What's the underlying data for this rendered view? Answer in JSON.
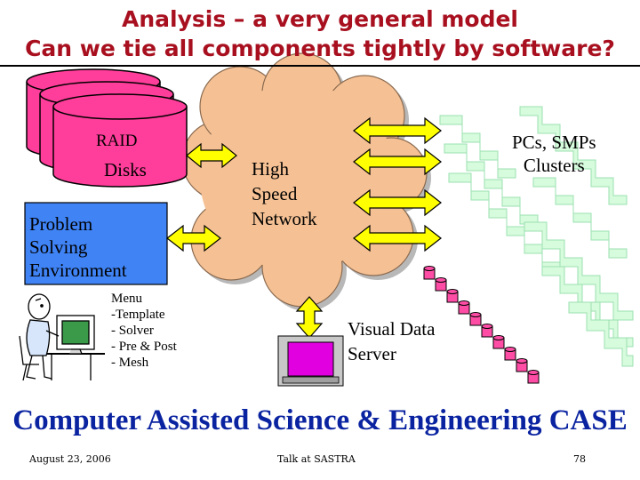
{
  "title": {
    "line1": "Analysis – a very general model",
    "line2": "Can we tie all components tightly by software?"
  },
  "diagram": {
    "raid_label": "RAID",
    "disks_label": "Disks",
    "pse_label": "Problem\nSolving\nEnvironment",
    "menu_label": "Menu\n-Template\n- Solver\n- Pre & Post\n- Mesh",
    "network_label": "High\nSpeed\nNetwork",
    "pcs_label": "PCs, SMPs\nClusters",
    "vds_label": "Visual Data\nServer"
  },
  "case_text": "Computer Assisted Science & Engineering CASE",
  "footer": {
    "date": "August 23, 2006",
    "talk": "Talk at SASTRA",
    "page": "78"
  },
  "colors": {
    "title": "#a8101f",
    "case": "#0a23a0",
    "disks": "#ff3d9a",
    "pse_box": "#3f83f5",
    "cloud": "#f5c194",
    "arrows": "#ffff00",
    "cluster_nodes": "#d7fbdd",
    "cluster_disks": "#ff4da6",
    "server_screen": "#e000e0"
  }
}
